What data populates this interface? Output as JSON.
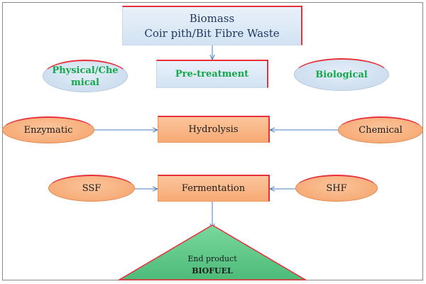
{
  "biomass": {
    "line1": "Biomass",
    "line2": "Coir pith/Bit Fibre Waste"
  },
  "pretreatment": {
    "label": "Pre-treatment"
  },
  "physical_chemical": {
    "line1": "Physical/Che",
    "line2": "mical"
  },
  "biological": {
    "label": "Biological"
  },
  "enzymatic": {
    "label": "Enzymatic"
  },
  "hydrolysis": {
    "label": "Hydrolysis"
  },
  "chemical": {
    "label": "Chemical"
  },
  "ssf": {
    "label": "SSF"
  },
  "fermentation": {
    "label": "Fermentation"
  },
  "shf": {
    "label": "SHF"
  },
  "end_product": {
    "line1": "End product",
    "line2": "BIOFUEL"
  },
  "colors": {
    "arrow": "#4a7ebb",
    "accent_red": "#e8303a",
    "green_fill": "#5ec98a",
    "green_text": "#14a84a",
    "orange": "#f7aa74",
    "light_blue": "#d2e3f3"
  }
}
